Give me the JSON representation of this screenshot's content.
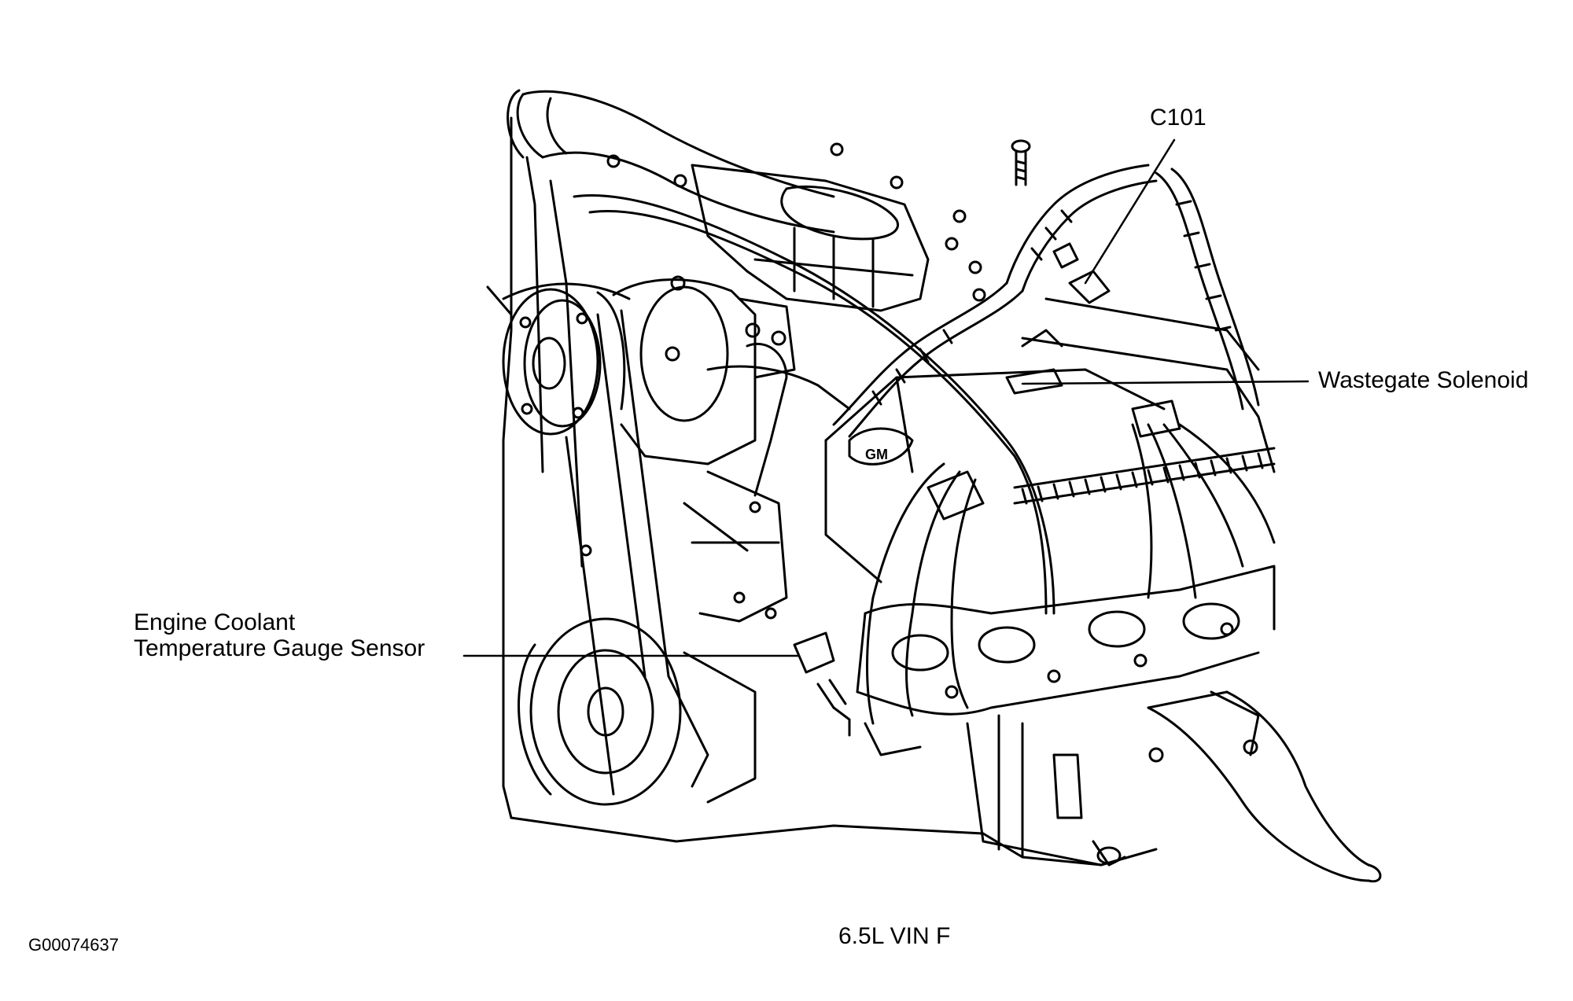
{
  "callouts": {
    "connector": "C101",
    "wastegate": "Wastegate Solenoid",
    "coolant_sensor_line1": "Engine Coolant",
    "coolant_sensor_line2": "Temperature Gauge Sensor"
  },
  "caption": "6.5L VIN F",
  "figure_id": "G00074637",
  "colors": {
    "line": "#000000",
    "background": "#ffffff"
  }
}
